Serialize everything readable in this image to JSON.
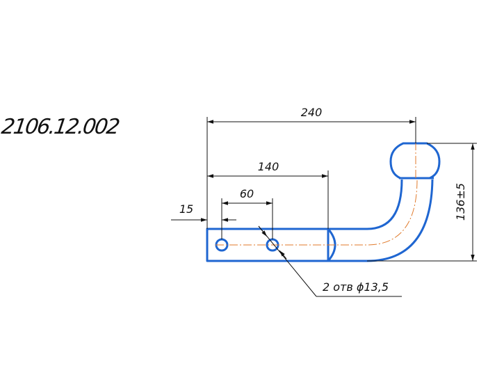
{
  "drawing": {
    "part_number": "2106.12.002",
    "colors": {
      "part_outline": "#1f66d1",
      "center_line": "#e07a2b",
      "dimension_lines": "#111111"
    },
    "dimensions": {
      "overall_length": "240",
      "to_joint": "140",
      "hole_spacing": "60",
      "first_hole_offset": "15",
      "height": "136±5"
    },
    "callout": "2 отв ϕ13,5"
  }
}
